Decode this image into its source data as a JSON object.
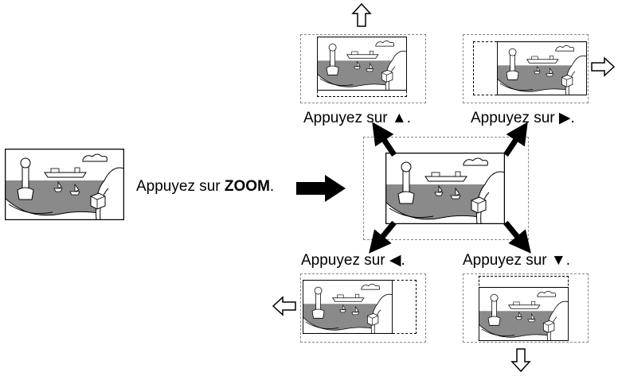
{
  "labels": {
    "zoom_prefix": "Appuyez sur ",
    "zoom_key": "ZOOM",
    "zoom_suffix": ".",
    "up": "Appuyez sur ▲.",
    "right": "Appuyez sur ▶.",
    "left": "Appuyez sur ◀.",
    "down": "Appuyez sur ▼."
  }
}
